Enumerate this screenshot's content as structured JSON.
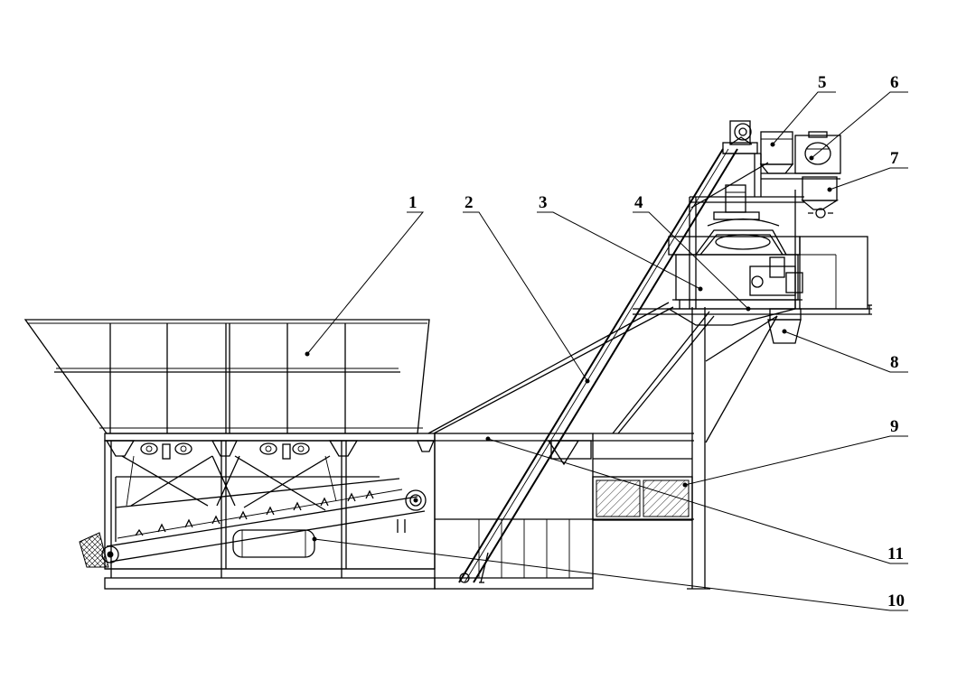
{
  "callouts": [
    {
      "id": "1",
      "label": "1"
    },
    {
      "id": "2",
      "label": "2"
    },
    {
      "id": "3",
      "label": "3"
    },
    {
      "id": "4",
      "label": "4"
    },
    {
      "id": "5",
      "label": "5"
    },
    {
      "id": "6",
      "label": "6"
    },
    {
      "id": "7",
      "label": "7"
    },
    {
      "id": "8",
      "label": "8"
    },
    {
      "id": "9",
      "label": "9"
    },
    {
      "id": "10",
      "label": "10"
    },
    {
      "id": "11",
      "label": "11"
    }
  ],
  "style": {
    "line_color": "#000000",
    "background": "#ffffff"
  }
}
